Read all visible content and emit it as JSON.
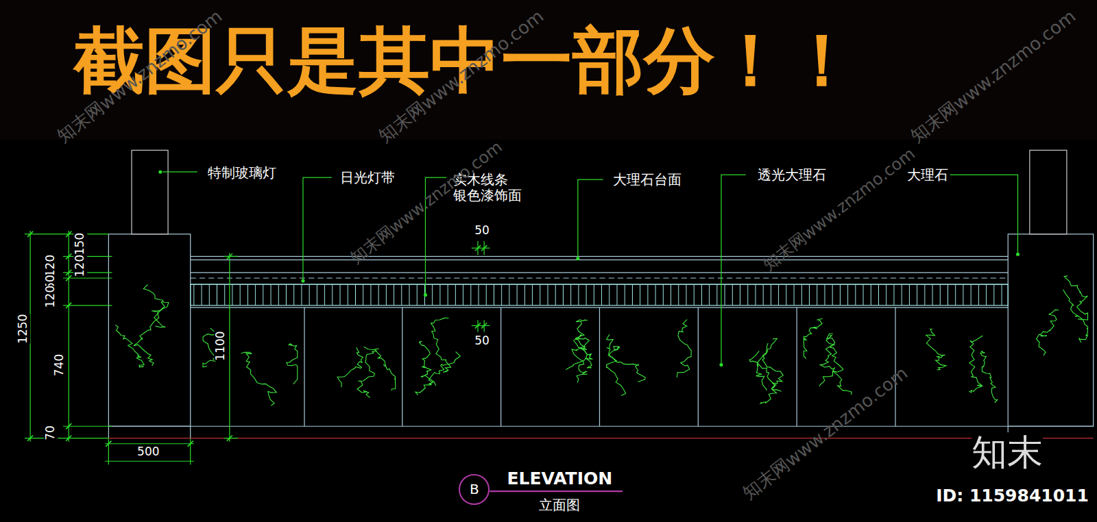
{
  "diagram": {
    "title": "截图只是其中一部分！！",
    "nodes": [
      {
        "text": [
          "B"
        ]
      }
    ],
    "labels": [
      "特制玻璃灯",
      "日光灯带",
      "实木线条 银色漆饰面",
      "大理石台面",
      "透光大理石",
      "大理石",
      "150",
      "120",
      "120",
      "50",
      "120",
      "740",
      "70",
      "1250",
      "1100",
      "50",
      "50",
      "500",
      "ELEVATION",
      "立面图",
      "知末",
      "ID: 1159841011",
      "知末网www.znzmo.com",
      "知末网www.znzmo.com",
      "知末网www.znzmo.com",
      "知末网www.znzmo.com",
      "知末网www.znzmo.com",
      "知末网www.znzmo.com"
    ]
  }
}
